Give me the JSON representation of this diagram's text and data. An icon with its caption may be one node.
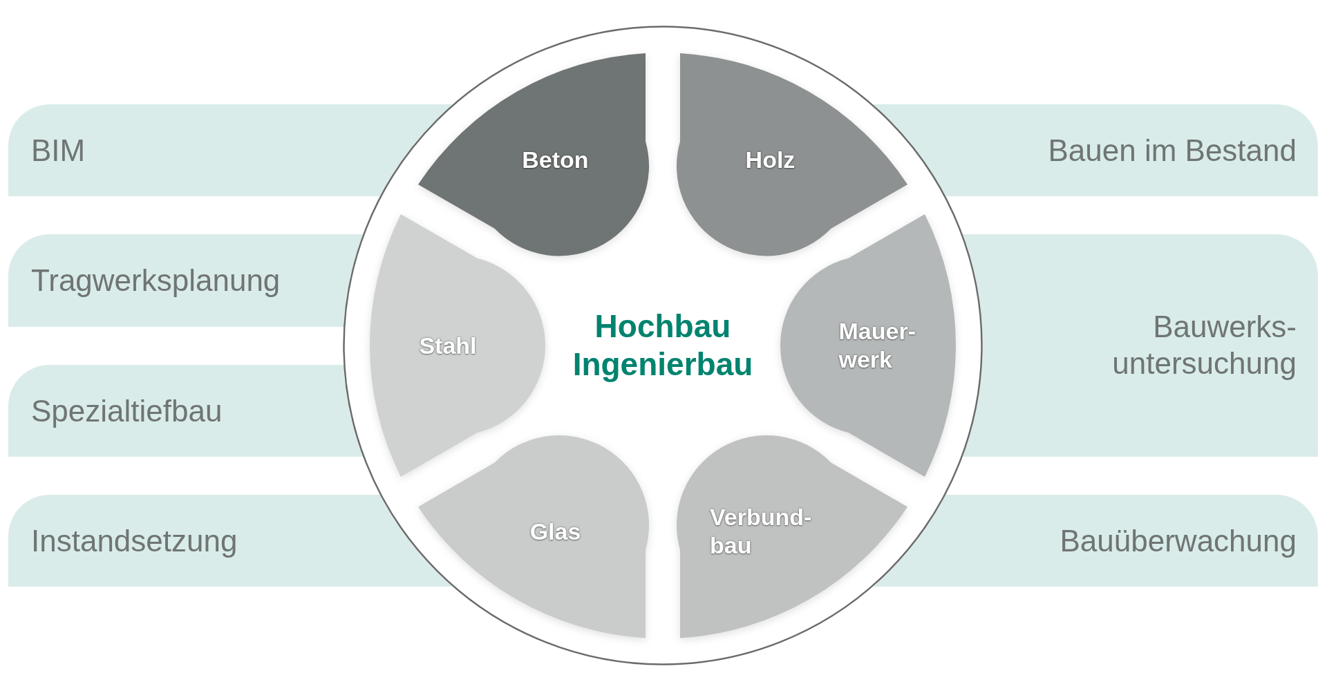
{
  "diagram": {
    "nodes": [
      {
        "text": [
          "Hochbau Ingenierbau"
        ]
      },
      {
        "text": [
          "Beton"
        ],
        "in": 0
      },
      {
        "text": [
          "Holz"
        ],
        "in": 0
      },
      {
        "text": [
          "Stahl"
        ],
        "in": 0
      },
      {
        "text": [
          "Mauer-werk"
        ],
        "in": 0
      },
      {
        "text": [
          "Glas"
        ],
        "in": 0
      },
      {
        "text": [
          "Verbund-bau"
        ],
        "in": 0
      },
      {
        "text": [
          "BIM"
        ]
      },
      {
        "text": [
          "Tragwerksplanung"
        ]
      },
      {
        "text": [
          "Spezialtiefbau"
        ]
      },
      {
        "text": [
          "Instandsetzung"
        ]
      },
      {
        "text": [
          "Bauen im Bestand"
        ]
      },
      {
        "text": [
          "Bauwerks-untersuchung"
        ]
      },
      {
        "text": [
          "Bauüberwachung"
        ]
      }
    ]
  }
}
